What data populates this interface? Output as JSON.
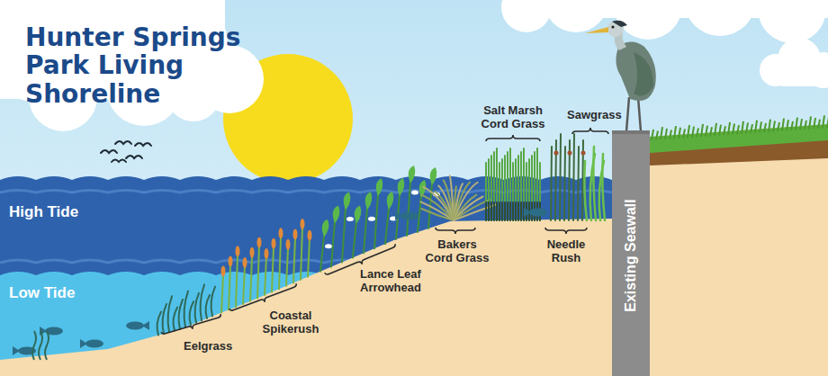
{
  "diagram": {
    "title": "Hunter Springs Park Living Shoreline",
    "nodes": [
      {
        "text": [
          "Existing Seawall"
        ]
      }
    ],
    "labels": [
      "High Tide",
      "Low Tide",
      "Salt Marsh Cord Grass",
      "Sawgrass",
      "Bakers Cord Grass",
      "Needle Rush",
      "Lance Leaf Arrowhead",
      "Coastal Spikerush",
      "Eelgrass"
    ]
  }
}
